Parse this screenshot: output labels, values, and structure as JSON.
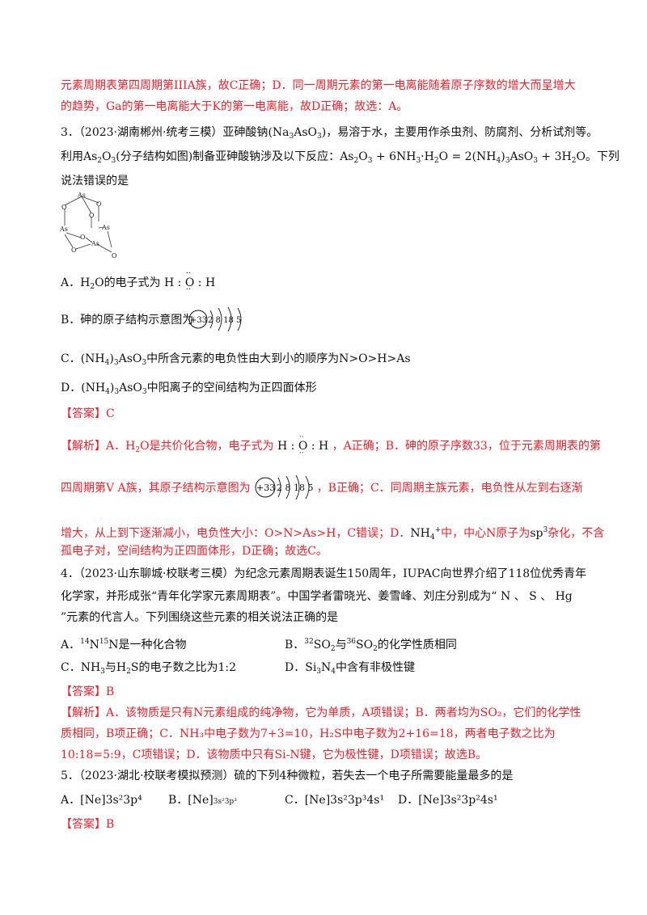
{
  "l1": "元素周期表第四周期第IIIA族，故C正确；D．同一周期元素的第一电离能随着原子序数的增大而呈增大",
  "l2": "的趋势，Ga的第一电离能大于K的第一电离能，故D正确；故选：A。",
  "q3": {
    "head": "3．（2023·湖南郴州·统考三模）亚砷酸钠",
    "na": "Na",
    "as_o": "AsO",
    "tail": "，易溶于水，主要用作杀虫剂、防腐剂、分析试剂等。",
    "line2a": "利用",
    "line2b": "(分子结构如图)制备亚砷酸钠涉及以下反应：",
    "line2c": "。下列",
    "line3": "说法错误的是",
    "mol_as": "As",
    "mol_o": "O",
    "optA_pre": "A．",
    "optA_mid": "的电子式为",
    "optB": "B．砷的原子结构示意图为",
    "optC_mid": "中所含元素的电负性由大到小的顺序为N>O>H>As",
    "optD_mid": "中阳离子的空间结构为正四面体形",
    "answer": "【答案】C",
    "exp1a": "【解析】A．",
    "exp1b": "是共价化合物，电子式为",
    "exp1c": "，A正确；B．砷的原子序数33，位于元素周期表的第",
    "exp2a": "四周期第V A族，其原子结构示意图为",
    "exp2b": "，B正确；C．同周期主族元素，电负性从左到右逐渐",
    "exp3a": "增大，从上到下逐渐减小，电负性大小：O>N>As>H，C错误；D．",
    "exp3b": "中，中心N原子为",
    "exp3c": "杂化，不含",
    "exp4": "孤电子对，空间结构为正四面体形，D正确；故选C。"
  },
  "q4": {
    "l1": "4．（2023·山东聊城·校联考三模）为纪念元素周期表诞生150周年，IUPAC向世界介绍了118位优秀青年",
    "l2a": "化学家，并形成张“青年化学家元素周期表”。中国学者雷晓光、姜雪峰、刘庄分别成为“",
    "l2b": "N",
    "l2c": "、",
    "l2d": "S",
    "l2e": "、",
    "l2f": "Hg",
    "l3": "”元素的代言人。下列围绕这些元素的相关说法正确的是",
    "optA": "是一种化合物",
    "optB": "的化学性质相同",
    "optC": "的电子数之比为1:2",
    "optD": "中含有非极性键",
    "answer": "【答案】B",
    "exp1": "【解析】A．该物质是只有N元素组成的纯净物，它为单质，A项错误；B．两者均为SO₂，它们的化学性",
    "exp2": "质相同，B项正确；C．NH₃中电子数为7+3=10，H₂S中电子数为2+16=18，两者电子数之比为",
    "exp3": "10:18=5:9，C项错误；D．该物质中只有Si-N键，它为极性键，D项错误；故选B。"
  },
  "q5": {
    "l1": "5．（2023·湖北·校联考模拟预测）硫的下列4种微粒，若失去一个电子所需要能量最多的是",
    "optA": "A．[Ne]3s²3p⁴",
    "optB_pre": "B．[Ne]",
    "optB_small": "3s²3p³",
    "optC": "C．[Ne]3s²3p³4s¹",
    "optD": "D．[Ne]3s²3p²4s¹",
    "answer": "【答案】B"
  },
  "atom": {
    "nucleus": "+33",
    "shells": "2 8 18 5"
  },
  "colors": {
    "red": "#e8212b"
  }
}
